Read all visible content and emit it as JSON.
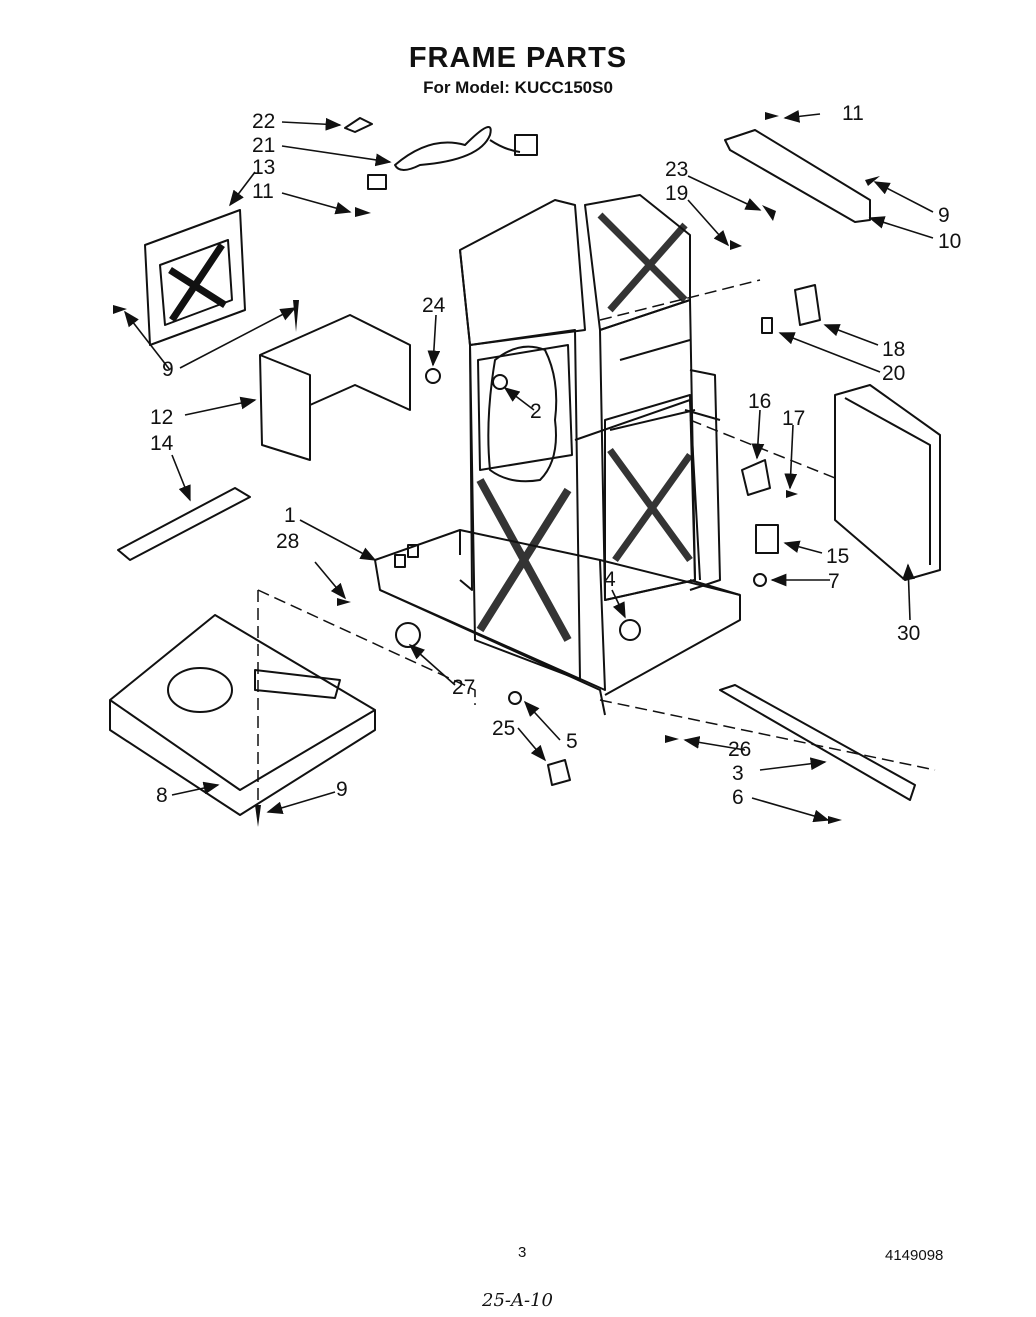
{
  "header": {
    "title": "FRAME PARTS",
    "subtitle": "For Model: KUCC150S0"
  },
  "callouts": {
    "c1": "1",
    "c2": "2",
    "c3": "3",
    "c4": "4",
    "c5": "5",
    "c6": "6",
    "c7": "7",
    "c8": "8",
    "c9a": "9",
    "c9b": "9",
    "c9c": "9",
    "c10": "10",
    "c11a": "11",
    "c11b": "11",
    "c12": "12",
    "c13": "13",
    "c14": "14",
    "c15": "15",
    "c16": "16",
    "c17": "17",
    "c18": "18",
    "c19": "19",
    "c20": "20",
    "c21": "21",
    "c22": "22",
    "c23": "23",
    "c24": "24",
    "c25": "25",
    "c26": "26",
    "c27": "27",
    "c28": "28",
    "c30": "30"
  },
  "footer": {
    "page_number": "3",
    "document_number": "4149098",
    "handwritten_note": "25-A-10"
  }
}
